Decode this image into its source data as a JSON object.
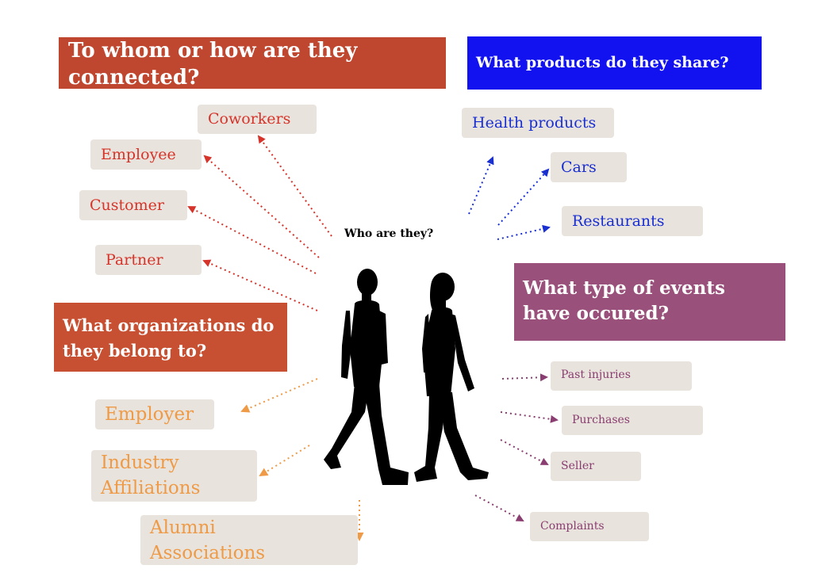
{
  "center": {
    "label": "Who are they?"
  },
  "headers": {
    "connected": "To whom or how are they connected?",
    "products": "What products do they share?",
    "events": "What type of events have occured?",
    "organizations": "What organizations do they belong to?"
  },
  "connections": [
    "Coworkers",
    "Employee",
    "Customer",
    "Partner"
  ],
  "products": [
    "Health products",
    "Cars",
    "Restaurants"
  ],
  "events": [
    "Past injuries",
    "Purchases",
    "Seller",
    "Complaints"
  ],
  "organizations": [
    "Employer",
    "Industry Affiliations",
    "Alumni Associations"
  ],
  "colors": {
    "connected": "#c0472f",
    "products": "#1212f0",
    "events": "#99507a",
    "organizations": "#c65031",
    "box": "#e8e3dc"
  }
}
